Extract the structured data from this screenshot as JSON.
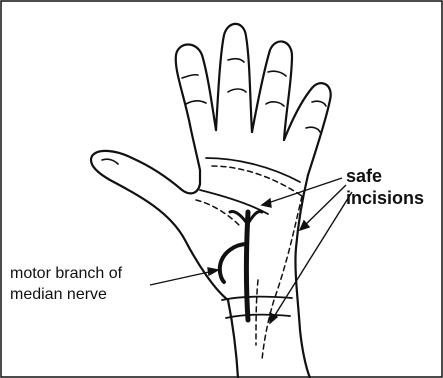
{
  "figure": {
    "labels": {
      "safe_line1": "safe",
      "safe_line2": "incisions",
      "motor_line1": "motor branch of",
      "motor_line2": "median nerve"
    },
    "colors": {
      "ink": "#111111",
      "background": "#ffffff"
    }
  }
}
